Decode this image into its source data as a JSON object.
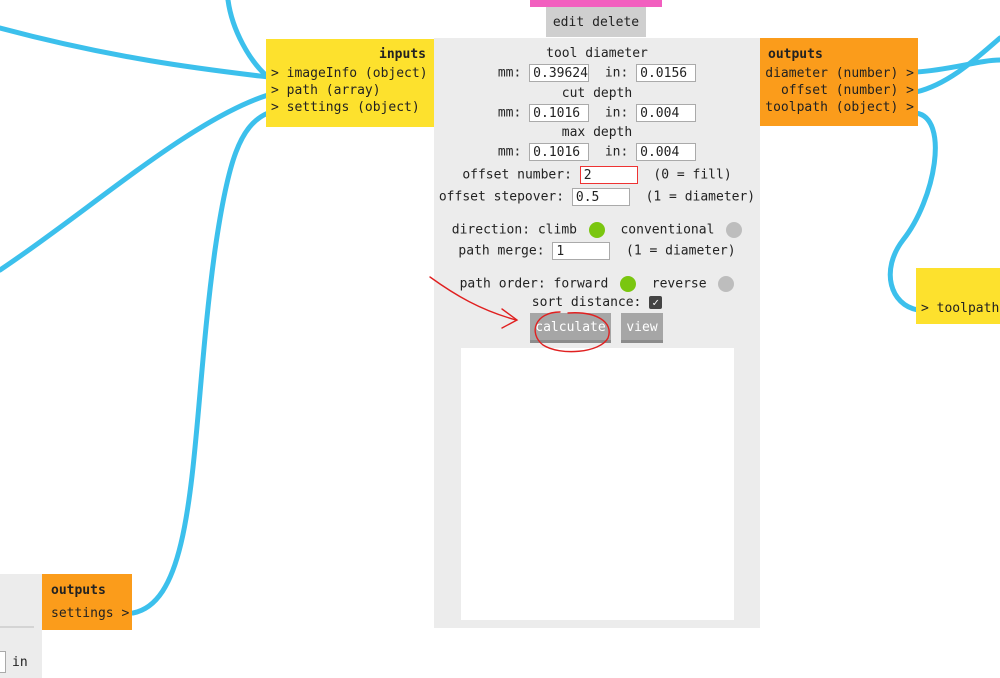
{
  "node_bar": {
    "edit_label": "edit",
    "delete_label": "delete"
  },
  "inputs": {
    "header": "inputs",
    "ports": [
      "> imageInfo (object)",
      "> path (array)",
      "> settings (object)"
    ]
  },
  "outputs": {
    "header": "outputs",
    "ports": [
      "diameter (number) >",
      "offset (number) >",
      "toolpath (object) >"
    ]
  },
  "toolpath_node": {
    "port": "> toolpath"
  },
  "outputs_left": {
    "header": "outputs",
    "port": "settings >"
  },
  "left_partial": {
    "in_label": "in"
  },
  "form": {
    "tool_diameter": {
      "label": "tool diameter",
      "mm_label": "mm:",
      "mm_value": "0.39624",
      "in_label": "in:",
      "in_value": "0.0156"
    },
    "cut_depth": {
      "label": "cut depth",
      "mm_label": "mm:",
      "mm_value": "0.1016",
      "in_label": "in:",
      "in_value": "0.004"
    },
    "max_depth": {
      "label": "max depth",
      "mm_label": "mm:",
      "mm_value": "0.1016",
      "in_label": "in:",
      "in_value": "0.004"
    },
    "offset_number": {
      "label": "offset number:",
      "value": "2",
      "hint": "(0 = fill)"
    },
    "offset_stepover": {
      "label": "offset stepover:",
      "value": "0.5",
      "hint": "(1 = diameter)"
    },
    "direction": {
      "label": "direction: climb",
      "alt_label": "conventional",
      "selected": "climb"
    },
    "path_merge": {
      "label": "path merge:",
      "value": "1",
      "hint": "(1 = diameter)"
    },
    "path_order": {
      "label": "path order: forward",
      "alt_label": "reverse",
      "selected": "forward"
    },
    "sort_distance": {
      "label": "sort distance:",
      "checked": true
    },
    "calculate_label": "calculate",
    "view_label": "view"
  },
  "colors": {
    "wire": "#3cc0ec",
    "inputs_panel": "#fde12d",
    "outputs_panel": "#fb9c1b",
    "center_panel": "#ececec",
    "active_dot": "#7ac60f",
    "inactive_dot": "#bdbdbd",
    "annotation": "#e02020",
    "pink_bar": "#f25fbf"
  }
}
